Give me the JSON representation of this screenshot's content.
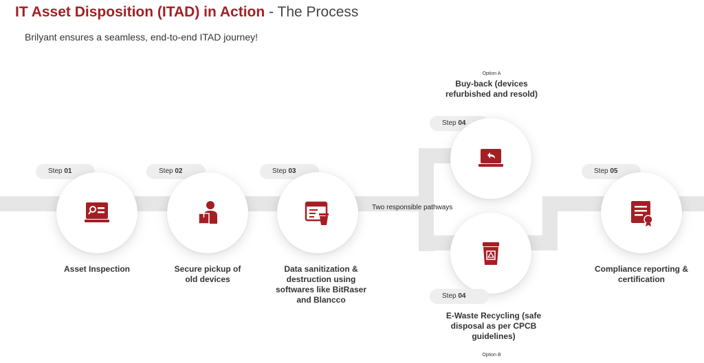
{
  "header": {
    "title_main": "IT Asset Disposition (ITAD) in Action",
    "title_suffix": " - The Process",
    "subtitle": "Brilyant ensures a seamless, end-to-end ITAD journey!"
  },
  "pathways_label": "Two responsible pathways",
  "steps": [
    {
      "prefix": "Step ",
      "num": "01",
      "label": "Asset Inspection",
      "icon": "inspection-screen-icon"
    },
    {
      "prefix": "Step ",
      "num": "02",
      "label": "Secure pickup of old devices",
      "icon": "courier-package-icon"
    },
    {
      "prefix": "Step ",
      "num": "03",
      "label": "Data sanitization & destruction using softwares like BitRaser and Blancco",
      "icon": "browser-trash-icon"
    },
    {
      "prefix": "Step ",
      "num": "04",
      "option": "Option A",
      "label": "Buy-back (devices refurbished and resold)",
      "icon": "laptop-return-icon"
    },
    {
      "prefix": "Step ",
      "num": "04",
      "option": "Option B",
      "label": "E-Waste Recycling (safe disposal as per CPCB guidelines)",
      "icon": "recycle-bin-icon"
    },
    {
      "prefix": "Step ",
      "num": "05",
      "label": "Compliance reporting & certification",
      "icon": "certificate-icon"
    }
  ],
  "colors": {
    "accent": "#a41f24",
    "track": "#e6e6e6",
    "pill": "#eeeeee"
  }
}
